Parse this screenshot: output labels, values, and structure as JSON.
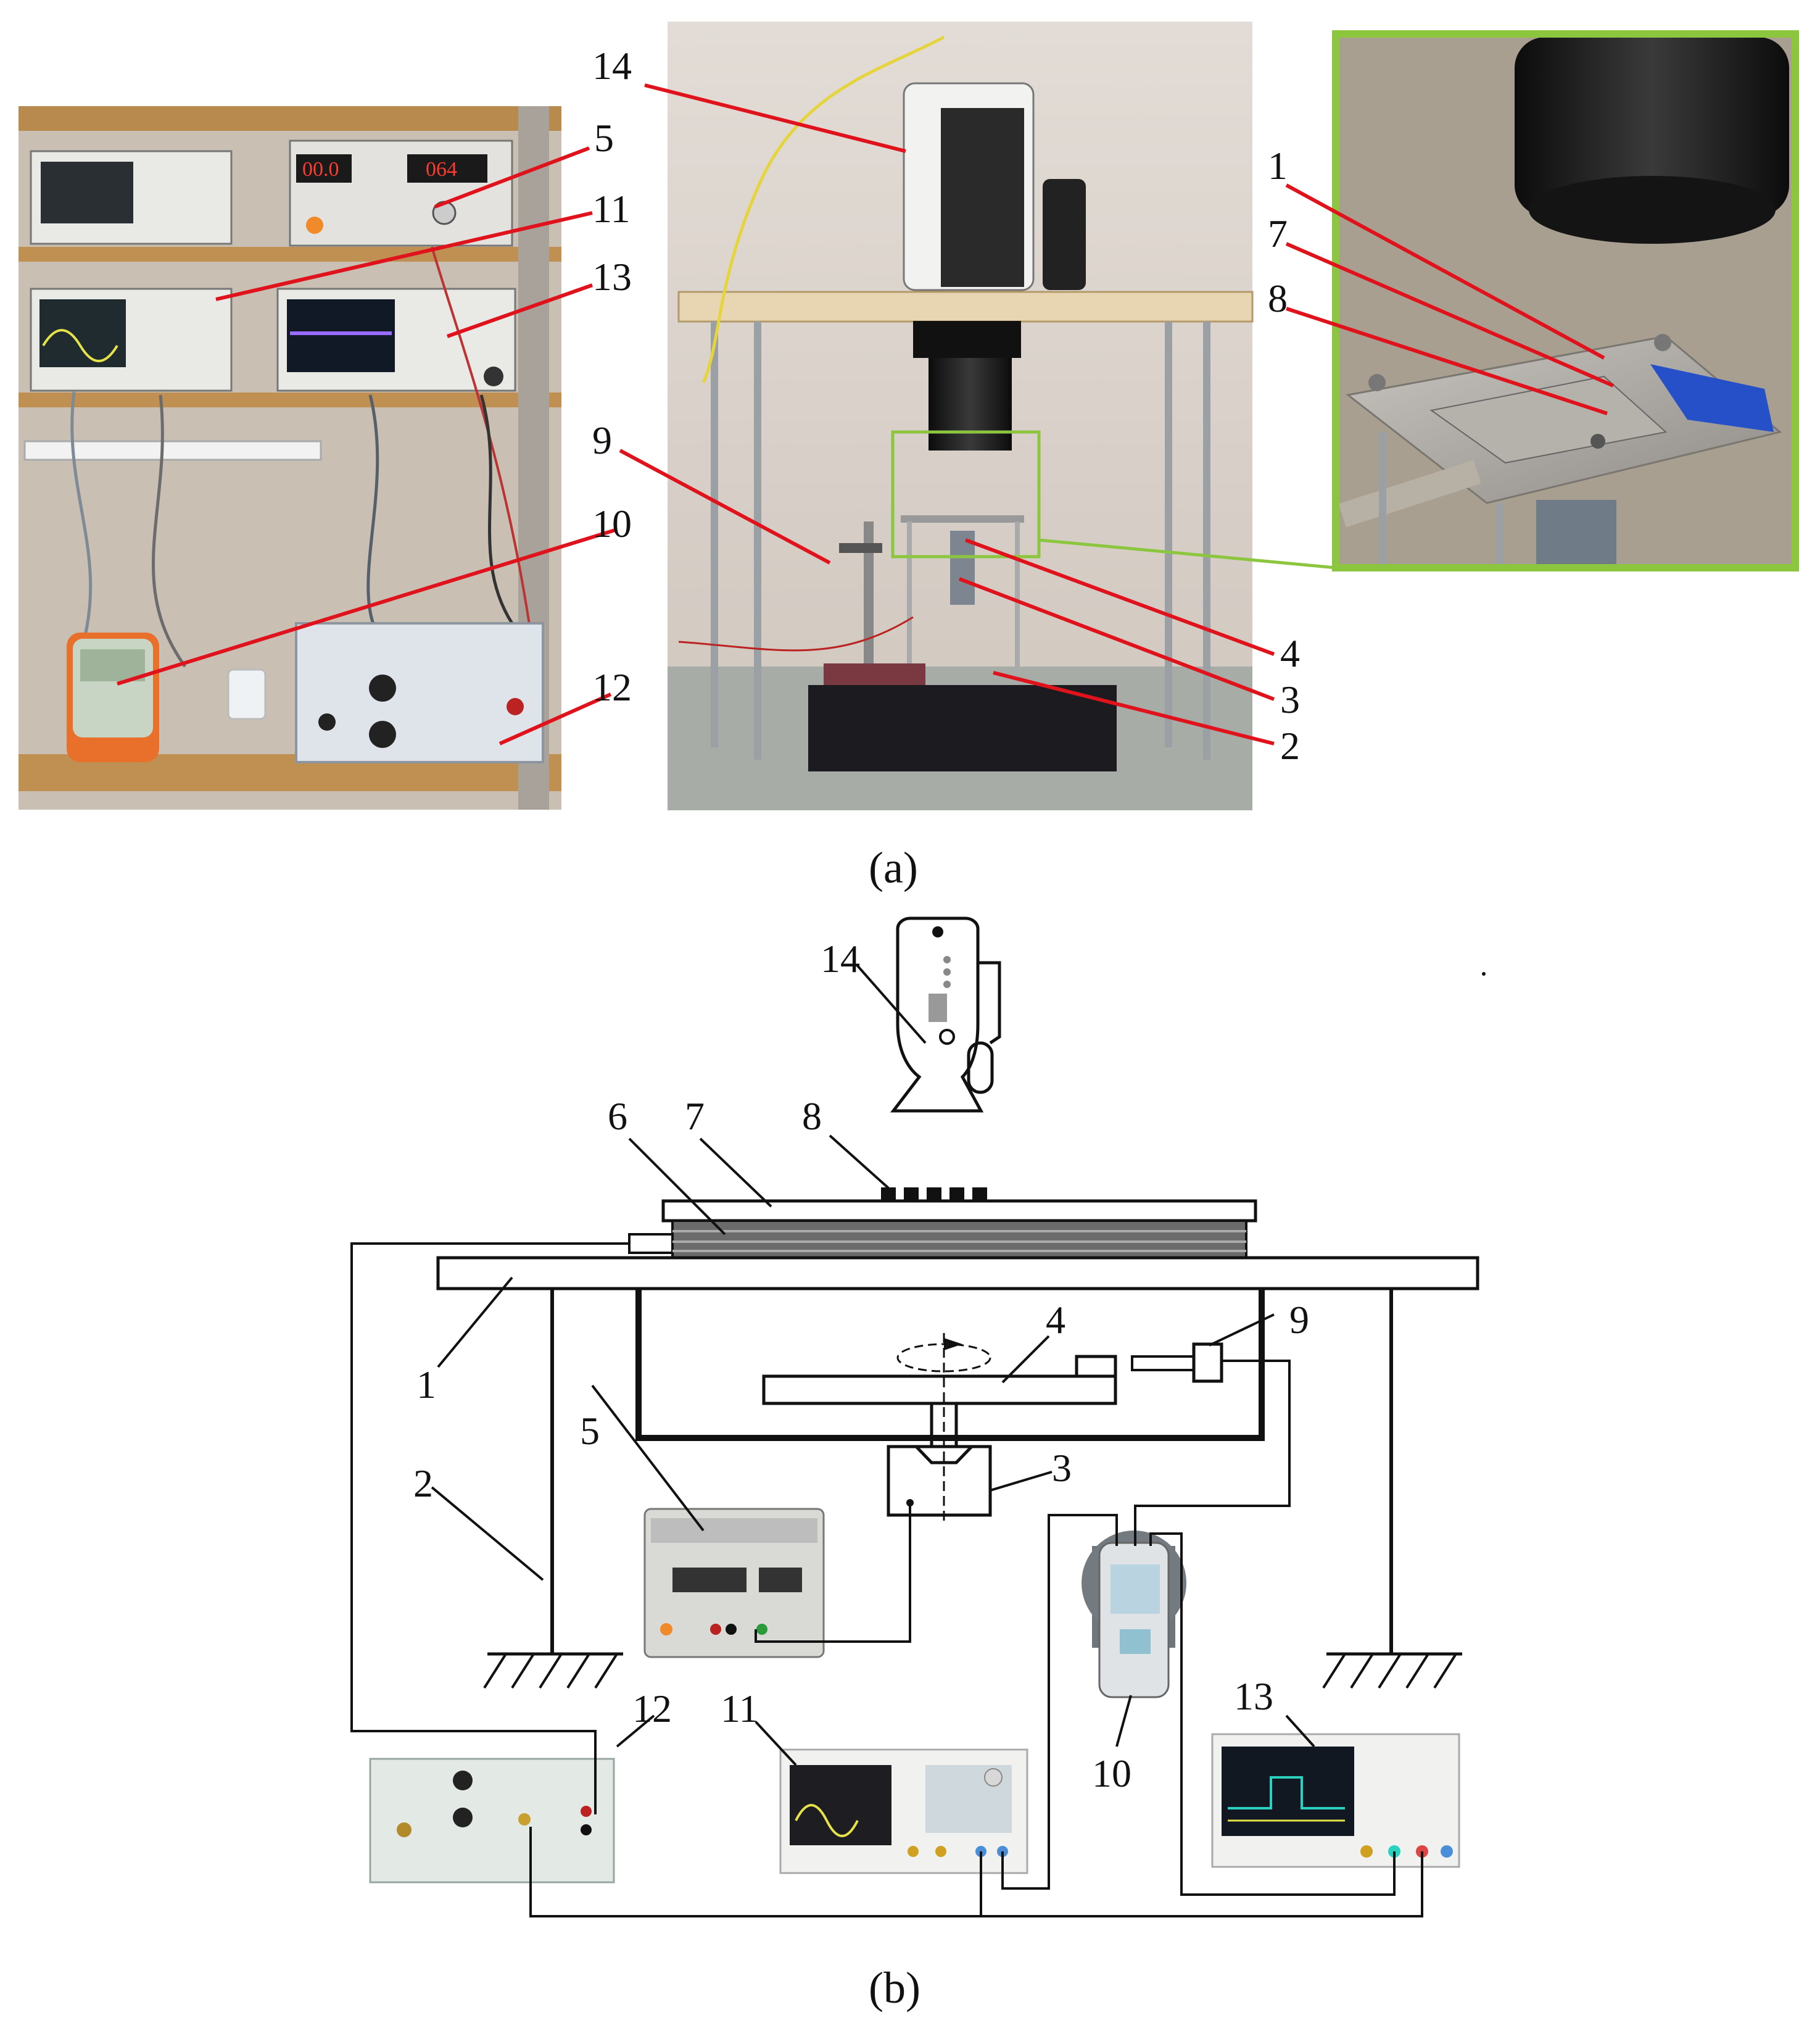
{
  "panel_a": {
    "caption": "(a)",
    "labels": {
      "l1": "1",
      "l2": "2",
      "l3": "3",
      "l4": "4",
      "l5": "5",
      "l7": "7",
      "l8": "8",
      "l9": "9",
      "l10": "10",
      "l11": "11",
      "l12": "12",
      "l13": "13",
      "l14": "14"
    },
    "inset_border_color": "#8cc63f",
    "leader_color": "#e0121b"
  },
  "panel_b": {
    "caption": "(b)",
    "labels": {
      "l1": "1",
      "l2": "2",
      "l3": "3",
      "l4": "4",
      "l5": "5",
      "l6": "6",
      "l7": "7",
      "l8": "8",
      "l9": "9",
      "l10": "10",
      "l11": "11",
      "l12": "12",
      "l13": "13",
      "l14": "14"
    }
  }
}
